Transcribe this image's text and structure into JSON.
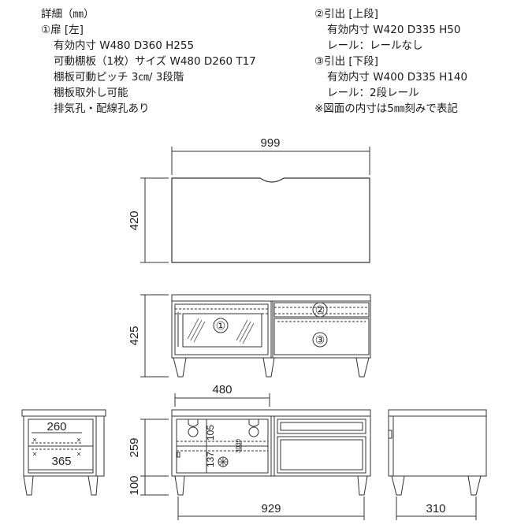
{
  "specs_left": {
    "heading": "詳細（㎜）",
    "door_title": "①扉 [左]",
    "door_lines": [
      "有効内寸 W480 D360 H255",
      "可動棚板（1枚）サイズ W480 D260 T17",
      "棚板可動ピッチ 3㎝/ 3段階",
      "棚板取外し可能",
      "排気孔・配線孔あり"
    ]
  },
  "specs_right": {
    "upper_drawer_title": "②引出 [上段]",
    "upper_drawer_lines": [
      "有効内寸 W420 D335 H50",
      "レール：レールなし"
    ],
    "lower_drawer_title": "③引出 [下段]",
    "lower_drawer_lines": [
      "有効内寸 W400 D335 H140",
      "レール：2段レール"
    ],
    "note": "※図面の内寸は5㎜刻みで表記"
  },
  "dimensions": {
    "top_width": "999",
    "top_depth": "420",
    "front_height": "425",
    "inner_width": "480",
    "shelf_width_top": "260",
    "shelf_width_bottom": "365",
    "inner_height": "259",
    "hole_height": "105",
    "lower_height": "137",
    "pitch": "3030",
    "leg_height": "100",
    "base_width": "929",
    "side_depth": "310"
  },
  "callouts": {
    "door": "①",
    "upper_drawer": "②",
    "lower_drawer": "③"
  }
}
